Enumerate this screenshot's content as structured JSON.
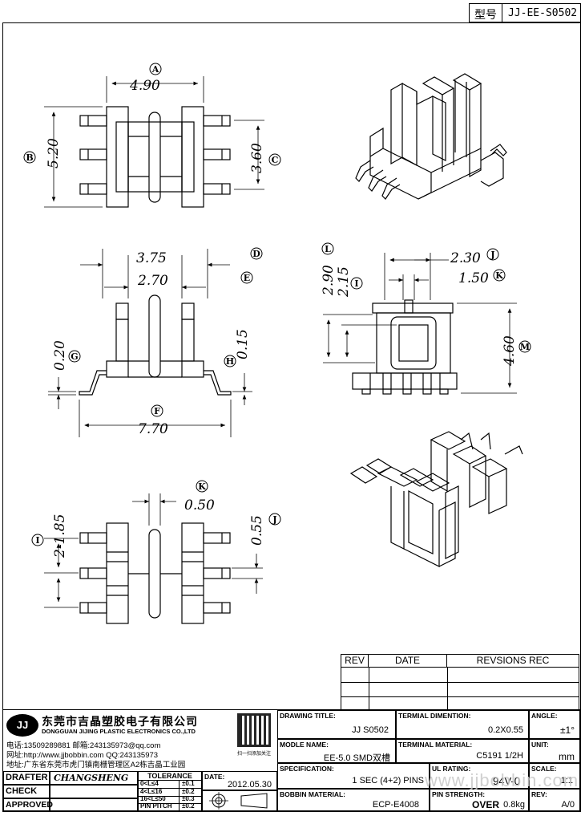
{
  "model_label": "型号",
  "model_no": "JJ-EE-S0502",
  "dims": {
    "A": "4.90",
    "B": "5.20",
    "C": "3.60",
    "D": "3.75",
    "E": "2.70",
    "G": "0.20",
    "H": "0.15",
    "F": "7.70",
    "L": "2.90",
    "I_side": "2.15",
    "J": "2.30",
    "K": "1.50",
    "M": "4.60",
    "K2": "0.50",
    "J2": "0.55",
    "I2": "2-1.85"
  },
  "markers": [
    "A",
    "B",
    "C",
    "D",
    "E",
    "F",
    "G",
    "H",
    "I",
    "J",
    "K",
    "L",
    "M"
  ],
  "revisions": {
    "rev": "REV",
    "date": "DATE",
    "rec": "REVSIONS REC"
  },
  "company": {
    "logo": "JJ",
    "name_cn": "东莞市吉晶塑胶电子有限公司",
    "name_en": "DONGGUAN JIJING PLASTIC ELECTRONICS CO.,LTD",
    "line1": "电话:13509289881   邮箱:243135973@qq.com",
    "line2": "网址:http://www.jjbobbin.com   QQ:243135973",
    "line3": "地址:广东省东莞市虎门镇南栅管理区A2栋吉晶工业园",
    "qr_caption": "扫一扫添加关注"
  },
  "title_block": {
    "drawing_title_label": "DRAWING TITLE:",
    "drawing_title": "JJ  S0502",
    "terminal_dim_label": "TERMIAL DIMENTION:",
    "terminal_dim": "0.2X0.55",
    "angle_label": "ANGLE:",
    "angle": "±1°",
    "model_name_label": "MODLE NAME:",
    "model_name": "EE-5.0 SMD双槽",
    "terminal_mat_label": "TERMINAL MATERIAL:",
    "terminal_mat": "C5191 1/2H",
    "unit_label": "UNIT:",
    "unit": "mm",
    "spec_label": "SPECIFICATION:",
    "spec": "1 SEC (4+2) PINS",
    "ul_label": "UL RATING:",
    "ul": "94V-0",
    "scale_label": "SCALE:",
    "scale": "1:1",
    "bobbin_mat_label": "BOBBIN  MATERIAL:",
    "bobbin_mat": "ECP-E4008",
    "pin_strength_label": "PIN STRENGTH:",
    "pin_strength_a": "OVER",
    "pin_strength_b": "0.8kg",
    "rev_label": "REV:",
    "rev": "A/0",
    "drafter_label": "DRAFTER",
    "drafter": "CHANGSHENG",
    "check_label": "CHECK",
    "approved_label": "APPROVED",
    "tolerance_label": "TOLERANCE",
    "tol_rows": [
      [
        "0<L≤4",
        "±0.1"
      ],
      [
        "4<L≤16",
        "±0.2"
      ],
      [
        "16<L≤50",
        "±0.3"
      ],
      [
        "PIN PITCH",
        "±0.2"
      ]
    ],
    "date_label": "DATE:",
    "date": "2012.05.30"
  },
  "watermark": "www.jjbobbin.com"
}
